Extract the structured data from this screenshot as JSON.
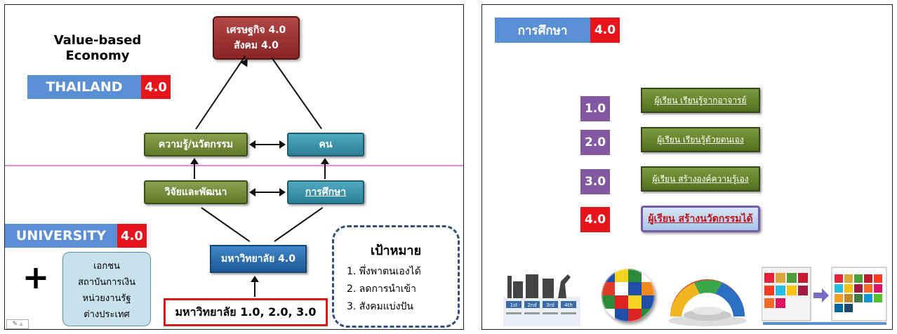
{
  "left": {
    "value_based": "Value-based\nEconomy",
    "thailand_label": "THAILAND",
    "thailand_num": "4.0",
    "top_box": "เศรษฐกิจ 4.0\nสังคม 4.0",
    "knowledge": "ความรู้/นวัตกรรม",
    "people": "คน",
    "research": "วิจัยและพัฒนา",
    "education": "การศึกษา",
    "university_label": "UNIVERSITY",
    "university_num": "4.0",
    "plus": "+",
    "partners": [
      "เอกชน",
      "สถาบันการเงิน",
      "หน่วยงานรัฐ",
      "ต่างประเทศ"
    ],
    "uni40": "มหาวิทยาลัย 4.0",
    "uni_legacy": "มหาวิทยาลัย 1.0, 2.0, 3.0",
    "goals_title": "เป้าหมาย",
    "goals": [
      "1. พึ่งพาตนเองได้",
      "2. ลดการนำเข้า",
      "3. สังคมแบ่งปัน"
    ]
  },
  "right": {
    "header_label": "การศึกษา",
    "header_num": "4.0",
    "levels": [
      {
        "num": "1.0",
        "text": "ผู้เรียน เรียนรู้จากอาจารย์"
      },
      {
        "num": "2.0",
        "text": "ผู้เรียน เรียนรู้ด้วยตนเอง"
      },
      {
        "num": "3.0",
        "text": "ผู้เรียน สร้างองค์ความรู้เอง"
      },
      {
        "num": "4.0",
        "text": "ผู้เรียน สร้างนวัตกรรมได้"
      }
    ],
    "industry_labels": [
      "1st",
      "2nd",
      "3rd",
      "4th"
    ]
  },
  "colors": {
    "blue": "#5a8fd6",
    "red": "#e8141b",
    "maroon": "#9b2a2a",
    "purple": "#8258a3",
    "pink_line": "#e58ad6"
  }
}
